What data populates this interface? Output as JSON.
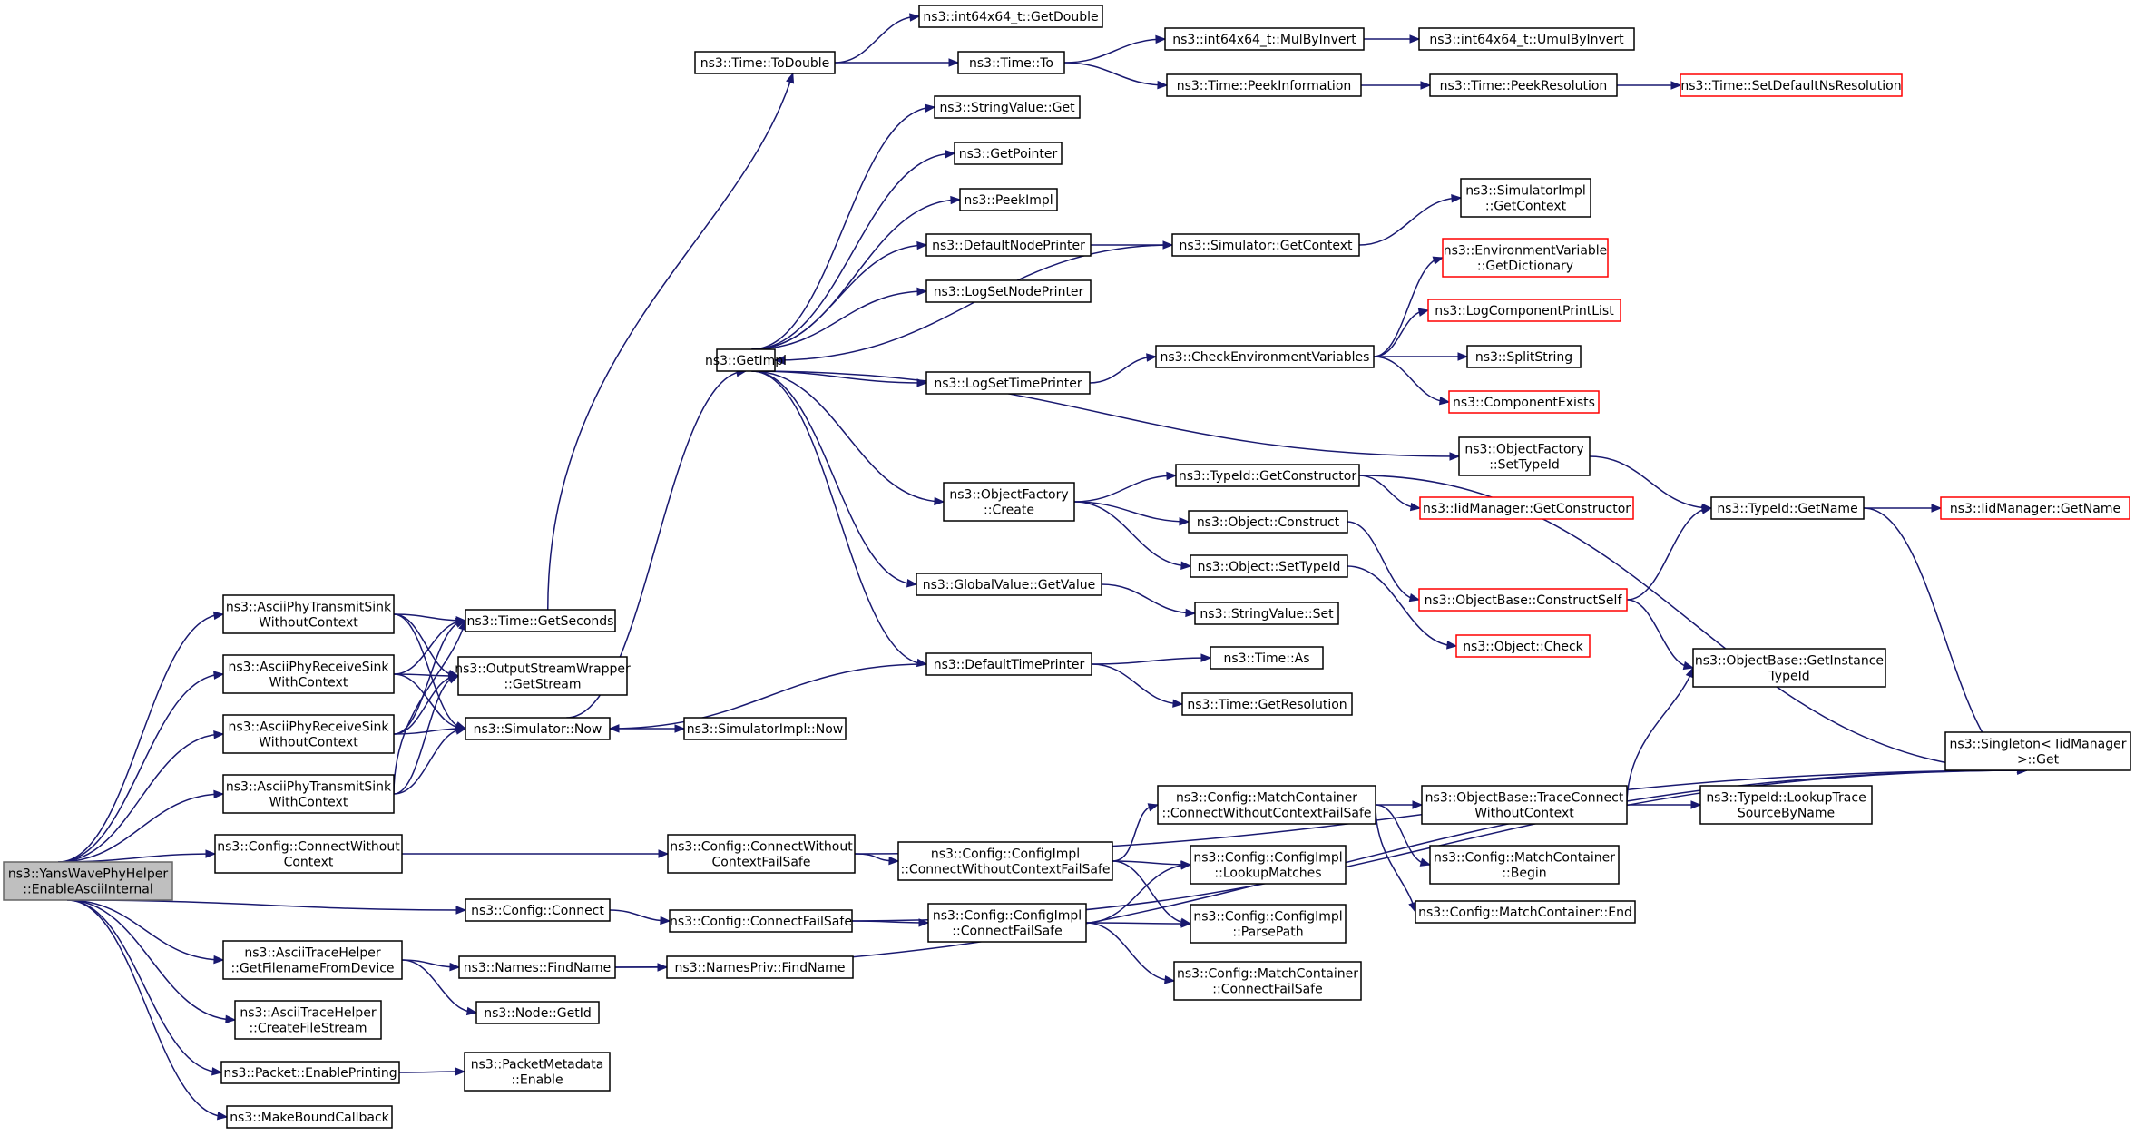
{
  "colors": {
    "edge": "#191970",
    "node_border": "#000000",
    "truncated_border": "#ff0000",
    "root_fill": "#bfbfbf",
    "background": "#ffffff"
  },
  "nodes": [
    {
      "id": "root",
      "lines": [
        "ns3::YansWavePhyHelper",
        "::EnableAsciiInternal"
      ],
      "style": "root"
    },
    {
      "id": "atswc",
      "lines": [
        "ns3::AsciiPhyTransmitSink",
        "WithoutContext"
      ]
    },
    {
      "id": "arswc",
      "lines": [
        "ns3::AsciiPhyReceiveSink",
        "WithContext"
      ]
    },
    {
      "id": "arswoc",
      "lines": [
        "ns3::AsciiPhyReceiveSink",
        "WithoutContext"
      ]
    },
    {
      "id": "atswc2",
      "lines": [
        "ns3::AsciiPhyTransmitSink",
        "WithContext"
      ]
    },
    {
      "id": "cfgcwc",
      "lines": [
        "ns3::Config::ConnectWithout",
        "Context"
      ]
    },
    {
      "id": "cfgconn",
      "lines": [
        "ns3::Config::Connect"
      ]
    },
    {
      "id": "athgfn",
      "lines": [
        "ns3::AsciiTraceHelper",
        "::GetFilenameFromDevice"
      ]
    },
    {
      "id": "athcfs",
      "lines": [
        "ns3::AsciiTraceHelper",
        "::CreateFileStream"
      ]
    },
    {
      "id": "pktep",
      "lines": [
        "ns3::Packet::EnablePrinting"
      ]
    },
    {
      "id": "mbc",
      "lines": [
        "ns3::MakeBoundCallback"
      ]
    },
    {
      "id": "timegs",
      "lines": [
        "ns3::Time::GetSeconds"
      ]
    },
    {
      "id": "oswgs",
      "lines": [
        "ns3::OutputStreamWrapper",
        "::GetStream"
      ]
    },
    {
      "id": "simnow",
      "lines": [
        "ns3::Simulator::Now"
      ]
    },
    {
      "id": "simimplnow",
      "lines": [
        "ns3::SimulatorImpl::Now"
      ]
    },
    {
      "id": "cfgcwcfs",
      "lines": [
        "ns3::Config::ConnectWithout",
        "ContextFailSafe"
      ]
    },
    {
      "id": "cfgcfs",
      "lines": [
        "ns3::Config::ConnectFailSafe"
      ]
    },
    {
      "id": "namesfind",
      "lines": [
        "ns3::Names::FindName"
      ]
    },
    {
      "id": "namesprivfind",
      "lines": [
        "ns3::NamesPriv::FindName"
      ]
    },
    {
      "id": "nodegetid",
      "lines": [
        "ns3::Node::GetId"
      ]
    },
    {
      "id": "pmdenable",
      "lines": [
        "ns3::PacketMetadata",
        "::Enable"
      ]
    },
    {
      "id": "timetodouble",
      "lines": [
        "ns3::Time::ToDouble"
      ]
    },
    {
      "id": "getimpl",
      "lines": [
        "ns3::GetImpl"
      ]
    },
    {
      "id": "i64getdouble",
      "lines": [
        "ns3::int64x64_t::GetDouble"
      ]
    },
    {
      "id": "timeto",
      "lines": [
        "ns3::Time::To"
      ]
    },
    {
      "id": "i64mulinv",
      "lines": [
        "ns3::int64x64_t::MulByInvert"
      ]
    },
    {
      "id": "i64umulinv",
      "lines": [
        "ns3::int64x64_t::UmulByInvert"
      ]
    },
    {
      "id": "timepeekinfo",
      "lines": [
        "ns3::Time::PeekInformation"
      ]
    },
    {
      "id": "timepeekres",
      "lines": [
        "ns3::Time::PeekResolution"
      ]
    },
    {
      "id": "timesetdef",
      "lines": [
        "ns3::Time::SetDefaultNsResolution"
      ],
      "style": "trunc"
    },
    {
      "id": "strvalget",
      "lines": [
        "ns3::StringValue::Get"
      ]
    },
    {
      "id": "getpointer",
      "lines": [
        "ns3::GetPointer"
      ]
    },
    {
      "id": "peekimpl",
      "lines": [
        "ns3::PeekImpl"
      ]
    },
    {
      "id": "defnodeprinter",
      "lines": [
        "ns3::DefaultNodePrinter"
      ]
    },
    {
      "id": "logsetnodeprinter",
      "lines": [
        "ns3::LogSetNodePrinter"
      ]
    },
    {
      "id": "logsettimeprinter",
      "lines": [
        "ns3::LogSetTimePrinter"
      ]
    },
    {
      "id": "objfactcreate",
      "lines": [
        "ns3::ObjectFactory",
        "::Create"
      ]
    },
    {
      "id": "gvgetvalue",
      "lines": [
        "ns3::GlobalValue::GetValue"
      ]
    },
    {
      "id": "deftimeprinter",
      "lines": [
        "ns3::DefaultTimePrinter"
      ]
    },
    {
      "id": "simgetctx",
      "lines": [
        "ns3::Simulator::GetContext"
      ]
    },
    {
      "id": "simimplgetctx",
      "lines": [
        "ns3::SimulatorImpl",
        "::GetContext"
      ]
    },
    {
      "id": "envgetdict",
      "lines": [
        "ns3::EnvironmentVariable",
        "::GetDictionary"
      ],
      "style": "trunc"
    },
    {
      "id": "logcompprint",
      "lines": [
        "ns3::LogComponentPrintList"
      ],
      "style": "trunc"
    },
    {
      "id": "checkenv",
      "lines": [
        "ns3::CheckEnvironmentVariables"
      ]
    },
    {
      "id": "splitstring",
      "lines": [
        "ns3::SplitString"
      ]
    },
    {
      "id": "compexists",
      "lines": [
        "ns3::ComponentExists"
      ],
      "style": "trunc"
    },
    {
      "id": "objfactsettid",
      "lines": [
        "ns3::ObjectFactory",
        "::SetTypeId"
      ]
    },
    {
      "id": "tidgetctor",
      "lines": [
        "ns3::TypeId::GetConstructor"
      ]
    },
    {
      "id": "iidmgetctor",
      "lines": [
        "ns3::IidManager::GetConstructor"
      ],
      "style": "trunc"
    },
    {
      "id": "tidgetname",
      "lines": [
        "ns3::TypeId::GetName"
      ]
    },
    {
      "id": "iidmgetname",
      "lines": [
        "ns3::IidManager::GetName"
      ],
      "style": "trunc"
    },
    {
      "id": "objconstruct",
      "lines": [
        "ns3::Object::Construct"
      ]
    },
    {
      "id": "objsettid",
      "lines": [
        "ns3::Object::SetTypeId"
      ]
    },
    {
      "id": "objbaseconstructself",
      "lines": [
        "ns3::ObjectBase::ConstructSelf"
      ],
      "style": "trunc"
    },
    {
      "id": "strvalset",
      "lines": [
        "ns3::StringValue::Set"
      ]
    },
    {
      "id": "objcheck",
      "lines": [
        "ns3::Object::Check"
      ],
      "style": "trunc"
    },
    {
      "id": "objbasegetinst",
      "lines": [
        "ns3::ObjectBase::GetInstance",
        "TypeId"
      ]
    },
    {
      "id": "timeas",
      "lines": [
        "ns3::Time::As"
      ]
    },
    {
      "id": "timegetres",
      "lines": [
        "ns3::Time::GetResolution"
      ]
    },
    {
      "id": "singletonget",
      "lines": [
        "ns3::Singleton< IidManager",
        " >::Get"
      ]
    },
    {
      "id": "mccwcfs",
      "lines": [
        "ns3::Config::MatchContainer",
        "::ConnectWithoutContextFailSafe"
      ]
    },
    {
      "id": "cicwcfs",
      "lines": [
        "ns3::Config::ConfigImpl",
        "::ConnectWithoutContextFailSafe"
      ]
    },
    {
      "id": "obtcwc",
      "lines": [
        "ns3::ObjectBase::TraceConnect",
        "WithoutContext"
      ]
    },
    {
      "id": "tidlookuptrace",
      "lines": [
        "ns3::TypeId::LookupTrace",
        "SourceByName"
      ]
    },
    {
      "id": "cilookupmatches",
      "lines": [
        "ns3::Config::ConfigImpl",
        "::LookupMatches"
      ]
    },
    {
      "id": "mcbegin",
      "lines": [
        "ns3::Config::MatchContainer",
        "::Begin"
      ]
    },
    {
      "id": "mcend",
      "lines": [
        "ns3::Config::MatchContainer::End"
      ]
    },
    {
      "id": "cicfs",
      "lines": [
        "ns3::Config::ConfigImpl",
        "::ConnectFailSafe"
      ]
    },
    {
      "id": "ciparsepath",
      "lines": [
        "ns3::Config::ConfigImpl",
        "::ParsePath"
      ]
    },
    {
      "id": "mccfs",
      "lines": [
        "ns3::Config::MatchContainer",
        "::ConnectFailSafe"
      ]
    }
  ],
  "edges": [
    [
      "root",
      "atswc"
    ],
    [
      "root",
      "arswc"
    ],
    [
      "root",
      "arswoc"
    ],
    [
      "root",
      "atswc2"
    ],
    [
      "root",
      "cfgcwc"
    ],
    [
      "root",
      "cfgconn"
    ],
    [
      "root",
      "athgfn"
    ],
    [
      "root",
      "athcfs"
    ],
    [
      "root",
      "pktep"
    ],
    [
      "root",
      "mbc"
    ],
    [
      "atswc",
      "timegs"
    ],
    [
      "atswc",
      "oswgs"
    ],
    [
      "atswc",
      "simnow"
    ],
    [
      "arswc",
      "timegs"
    ],
    [
      "arswc",
      "oswgs"
    ],
    [
      "arswc",
      "simnow"
    ],
    [
      "arswoc",
      "timegs"
    ],
    [
      "arswoc",
      "oswgs"
    ],
    [
      "arswoc",
      "simnow"
    ],
    [
      "atswc2",
      "timegs"
    ],
    [
      "atswc2",
      "oswgs"
    ],
    [
      "atswc2",
      "simnow"
    ],
    [
      "timegs",
      "timetodouble"
    ],
    [
      "timetodouble",
      "i64getdouble"
    ],
    [
      "timetodouble",
      "timeto"
    ],
    [
      "timeto",
      "i64mulinv"
    ],
    [
      "timeto",
      "timepeekinfo"
    ],
    [
      "i64mulinv",
      "i64umulinv"
    ],
    [
      "timepeekinfo",
      "timepeekres"
    ],
    [
      "timepeekres",
      "timesetdef"
    ],
    [
      "simnow",
      "getimpl"
    ],
    [
      "simnow",
      "simimplnow"
    ],
    [
      "getimpl",
      "strvalget"
    ],
    [
      "getimpl",
      "getpointer"
    ],
    [
      "getimpl",
      "peekimpl"
    ],
    [
      "getimpl",
      "defnodeprinter"
    ],
    [
      "getimpl",
      "logsetnodeprinter"
    ],
    [
      "getimpl",
      "logsettimeprinter"
    ],
    [
      "getimpl",
      "objfactsettid"
    ],
    [
      "getimpl",
      "objfactcreate"
    ],
    [
      "getimpl",
      "gvgetvalue"
    ],
    [
      "getimpl",
      "deftimeprinter"
    ],
    [
      "defnodeprinter",
      "simgetctx"
    ],
    [
      "simgetctx",
      "simimplgetctx"
    ],
    [
      "simgetctx",
      "getimpl"
    ],
    [
      "logsettimeprinter",
      "checkenv"
    ],
    [
      "checkenv",
      "envgetdict"
    ],
    [
      "checkenv",
      "logcompprint"
    ],
    [
      "checkenv",
      "splitstring"
    ],
    [
      "checkenv",
      "compexists"
    ],
    [
      "objfactsettid",
      "tidgetname"
    ],
    [
      "objfactcreate",
      "tidgetctor"
    ],
    [
      "objfactcreate",
      "objconstruct"
    ],
    [
      "objfactcreate",
      "objsettid"
    ],
    [
      "tidgetctor",
      "iidmgetctor"
    ],
    [
      "tidgetctor",
      "singletonget"
    ],
    [
      "objconstruct",
      "objbaseconstructself"
    ],
    [
      "objsettid",
      "objcheck"
    ],
    [
      "objbaseconstructself",
      "tidgetname"
    ],
    [
      "objbaseconstructself",
      "objbasegetinst"
    ],
    [
      "tidgetname",
      "iidmgetname"
    ],
    [
      "tidgetname",
      "singletonget"
    ],
    [
      "gvgetvalue",
      "strvalset"
    ],
    [
      "deftimeprinter",
      "simnow"
    ],
    [
      "deftimeprinter",
      "timeas"
    ],
    [
      "deftimeprinter",
      "timegetres"
    ],
    [
      "cfgcwc",
      "cfgcwcfs"
    ],
    [
      "cfgcwcfs",
      "singletonget"
    ],
    [
      "cfgcwcfs",
      "cicwcfs"
    ],
    [
      "cicwcfs",
      "mccwcfs"
    ],
    [
      "cicwcfs",
      "cilookupmatches"
    ],
    [
      "cicwcfs",
      "ciparsepath"
    ],
    [
      "mccwcfs",
      "obtcwc"
    ],
    [
      "mccwcfs",
      "mcbegin"
    ],
    [
      "mccwcfs",
      "mcend"
    ],
    [
      "obtcwc",
      "objbasegetinst"
    ],
    [
      "obtcwc",
      "tidlookuptrace"
    ],
    [
      "cfgconn",
      "cfgcfs"
    ],
    [
      "cfgcfs",
      "cicfs"
    ],
    [
      "cfgcfs",
      "singletonget"
    ],
    [
      "cicfs",
      "cilookupmatches"
    ],
    [
      "cicfs",
      "ciparsepath"
    ],
    [
      "cicfs",
      "mccfs"
    ],
    [
      "athgfn",
      "namesfind"
    ],
    [
      "athgfn",
      "nodegetid"
    ],
    [
      "namesfind",
      "namesprivfind"
    ],
    [
      "namesfind",
      "singletonget"
    ],
    [
      "pktep",
      "pmdenable"
    ]
  ]
}
